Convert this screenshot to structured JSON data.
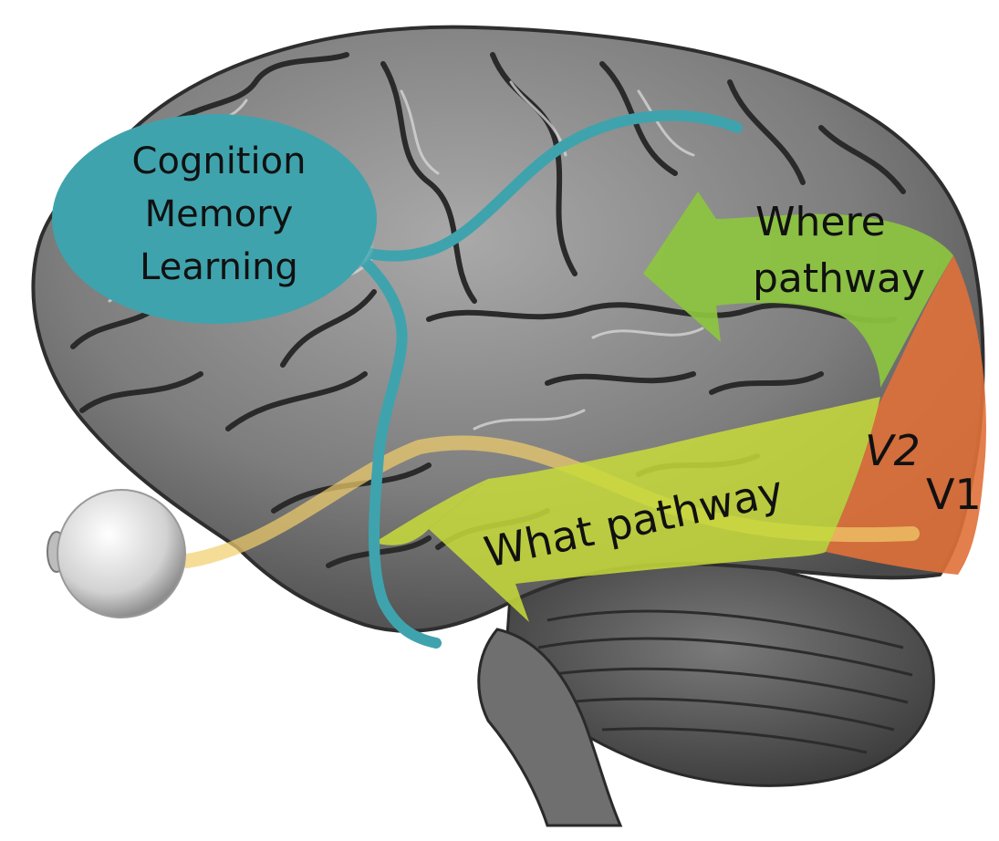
{
  "labels": {
    "cognition_bubble": [
      "Cognition",
      "Memory",
      "Learning"
    ],
    "where_pathway": [
      "Where",
      "pathway"
    ],
    "what_pathway": "What pathway",
    "v2": "V2",
    "v1": "V1"
  },
  "colors": {
    "background": "#ffffff",
    "brain_fill": "#8c8c8c",
    "brain_dark": "#3a3a3a",
    "brain_light": "#d6d6d6",
    "cerebellum_fill": "#5e5e5e",
    "teal": "#3fa3ad",
    "where_arrow": "#8cc63f",
    "what_arrow": "#c8dc3a",
    "visual_cortex": "#e0703a",
    "optic_path": "#f2cf6b",
    "eye_fill": "#e6e6e6",
    "label_text": "#111111"
  },
  "icons": {
    "eye": "eyeball-icon"
  }
}
